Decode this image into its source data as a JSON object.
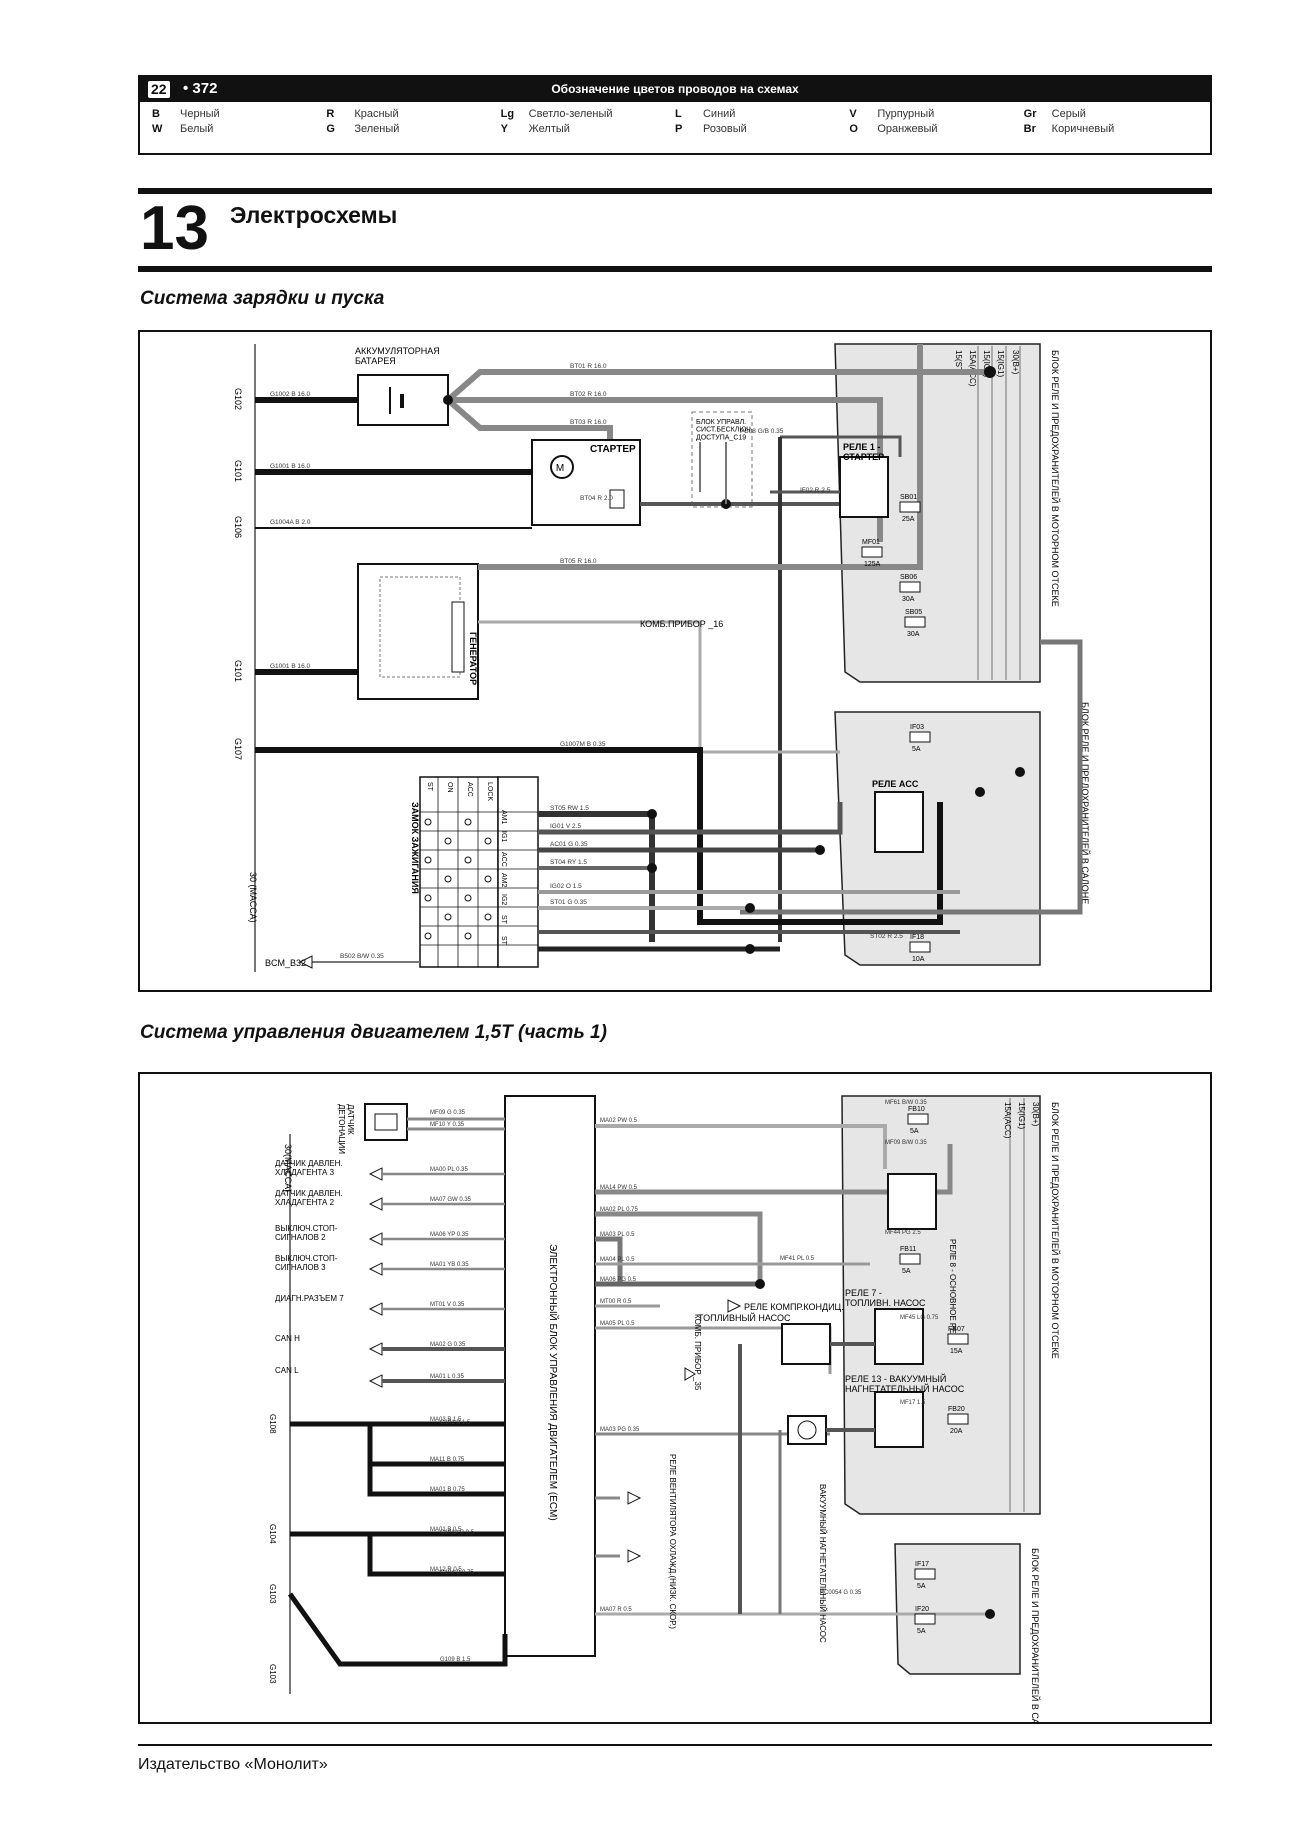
{
  "header": {
    "badge": "22",
    "page": "• 372",
    "title": "Обозначение цветов проводов на схемах"
  },
  "legend": [
    {
      "code": "B",
      "name": "Черный"
    },
    {
      "code": "R",
      "name": "Красный"
    },
    {
      "code": "Lg",
      "name": "Светло-зеленый"
    },
    {
      "code": "L",
      "name": "Синий"
    },
    {
      "code": "V",
      "name": "Пурпурный"
    },
    {
      "code": "Gr",
      "name": "Серый"
    },
    {
      "code": "W",
      "name": "Белый"
    },
    {
      "code": "G",
      "name": "Зеленый"
    },
    {
      "code": "Y",
      "name": "Желтый"
    },
    {
      "code": "P",
      "name": "Розовый"
    },
    {
      "code": "O",
      "name": "Оранжевый"
    },
    {
      "code": "Br",
      "name": "Коричневый"
    }
  ],
  "chapter": {
    "number": "13",
    "title": "Электросхемы"
  },
  "section1": {
    "title": "Система зарядки и пуска",
    "battery": "АККУМУЛЯТОРНАЯ\nБАТАРЕЯ",
    "starter": "СТАРТЕР",
    "generator": "ГЕНЕРАТОР",
    "ignition": "ЗАМОК ЗАЖИГАНИЯ",
    "relay_starter": "РЕЛЕ 1 -\nСТАРТЕР",
    "relay_acc": "РЕЛЕ ACC",
    "lock_unit": "БЛОК УПРАВЛ.\nСИСТ.БЕСКЛЮЧ.\nДОСТУПА_C19",
    "kombi": "КОМБ.ПРИБОР _16",
    "bcm": "BCM_B32",
    "fusebox_engine": "БЛОК РЕЛЕ И ПРЕДОХРАНИТЕЛЕЙ В МОТОРНОМ ОТСЕКЕ",
    "fusebox_cabin": "БЛОК РЕЛЕ И ПРЕДОХРАНИТЕЛЕЙ В САЛОНЕ",
    "grounds": [
      "G102",
      "G101",
      "G106",
      "G101",
      "G107"
    ],
    "ground_bus": "30 (МАССА)",
    "fuses_engine": [
      {
        "id": "SB01",
        "rating": "25A"
      },
      {
        "id": "MF01",
        "rating": "125A"
      },
      {
        "id": "SB06",
        "rating": "30A"
      },
      {
        "id": "SB05",
        "rating": "30A"
      }
    ],
    "fuses_cabin": [
      {
        "id": "IF03",
        "rating": "5A"
      },
      {
        "id": "IF18",
        "rating": "10A"
      }
    ],
    "bus_labels": [
      "30(B+)",
      "15(IG1)",
      "15(IG2)",
      "15A(ACC)",
      "15(ST)"
    ],
    "ign_cols": [
      "ST",
      "ON",
      "ACC",
      "LOCK"
    ],
    "ign_pins": [
      "AM1",
      "IG1",
      "ACC",
      "AM2",
      "IG2",
      "ST",
      "ST"
    ],
    "wires": [
      "BT01 R 16.0",
      "BT02 R 16.0",
      "BT03 R 16.0",
      "G1002 B 16.0",
      "G1001 B 16.0",
      "G1004A B 2.0",
      "BT04 R 2.0",
      "BT05 R 16.0",
      "G1001 B 16.0",
      "G1007M B 0.35",
      "ST05 RW 1.5",
      "IG01 V 2.5",
      "AC01 G 0.35",
      "ST04 RY 1.5",
      "IG02 O 1.5",
      "ST01 G 0.35",
      "ST02 R 2.5",
      "B502 B/W 0.35",
      "PB08 G/B 0.35",
      "IF02 R 2.5"
    ]
  },
  "section2": {
    "title": "Система управления двигателем 1,5T (часть 1)",
    "ecm": "ЭЛЕКТРОННЫЙ БЛОК УПРАВЛЕНИЯ ДВИГАТЕЛЕМ (ECM)",
    "sensors": [
      "ДАТЧИК\nДЕТОНАЦИИ",
      "ДАТЧИК ДАВЛЕН.\nХЛАДАГЕНТА 3",
      "ДАТЧИК ДАВЛЕН.\nХЛАДАГЕНТА 2",
      "ВЫКЛЮЧ.СТОП-\nСИГНАЛОВ 2",
      "ВЫКЛЮЧ.СТОП-\nСИГНАЛОВ 3",
      "ДИАГН.РАЗЪЕМ 7",
      "CAN H",
      "CAN L"
    ],
    "ground_label": "30(МАССА)",
    "grounds": [
      "G108",
      "G104",
      "G103",
      "G103"
    ],
    "relay_main": "РЕЛЕ 8 -\nОСНОВНОЕ\nРЕЛЕ",
    "relay_fuel": "РЕЛЕ 7 -\nТОПЛИВН. НАСОС",
    "relay_vac": "РЕЛЕ 13 - ВАКУУМНЫЙ\nНАГНЕТАТЕЛЬНЫЙ НАСОС",
    "fuel_pump": "ТОПЛИВНЫЙ НАСОС",
    "vac_pump": "ВАКУУМНЫЙ\nНАГНЕТАТЕЛЬНЫЙ\nНАСОС",
    "relay_compr": "РЕЛЕ КОМПР.КОНДИЦ.",
    "relay_fan": "РЕЛЕ ВЕНТИЛЯТОРА\nОХЛАЖД.(НИЗК.\nСКОР.)",
    "kombi": "КОМБ.\nПРИБОР _35",
    "fusebox_engine": "БЛОК РЕЛЕ И ПРЕДОХРАНИТЕЛЕЙ В МОТОРНОМ ОТСЕКЕ",
    "fusebox_cabin": "БЛОК РЕЛЕ И ПРЕДОХРАНИТЕЛЕЙ В САЛОНЕ",
    "fuses_engine": [
      {
        "id": "FB10",
        "rating": "5A"
      },
      {
        "id": "FB11",
        "rating": "5A"
      },
      {
        "id": "FB07",
        "rating": "15A"
      },
      {
        "id": "FB20",
        "rating": "20A"
      }
    ],
    "fuses_cabin": [
      {
        "id": "IF17",
        "rating": "5A"
      },
      {
        "id": "IF20",
        "rating": "5A"
      }
    ],
    "bus_labels": [
      "30(B+)",
      "15(IG1)",
      "15A(ACC)"
    ],
    "wires": [
      "MF09 G 0.35",
      "MF10 Y 0.35",
      "MA00 PL 0.35",
      "MA07 GW 0.35",
      "MA06 YP 0.35",
      "MA01 YB 0.35",
      "MT01 V 0.35",
      "MA02 G 0.35",
      "MA01 L 0.35",
      "MA03 B 1.5",
      "MA11 B 0.75",
      "MA01 B 0.75",
      "MA01 B 0.5",
      "MA12 R 0.5",
      "MA02 PW 0.5",
      "MA14 PW 0.5",
      "MA02 PL 0.75",
      "MA03 PL 0.5",
      "MA04 PL 0.5",
      "MA06 PG 0.5",
      "MF41 PL 0.5",
      "MT00 R 0.5",
      "MA05 PL 0.5",
      "MA03 PG 0.35",
      "MA07 R 0.5",
      "MF61 B/W 0.35",
      "MF09 B/W 0.35",
      "MF44 PG 2.5",
      "MF45 LG 0.75",
      "MF17 1.5",
      "AC0054 G 0.35",
      "G101A B 0.5",
      "G104 B 0.75",
      "G101 B 1.5",
      "G109 B 1.5"
    ]
  },
  "footer": {
    "publisher": "Издательство «Монолит»"
  }
}
